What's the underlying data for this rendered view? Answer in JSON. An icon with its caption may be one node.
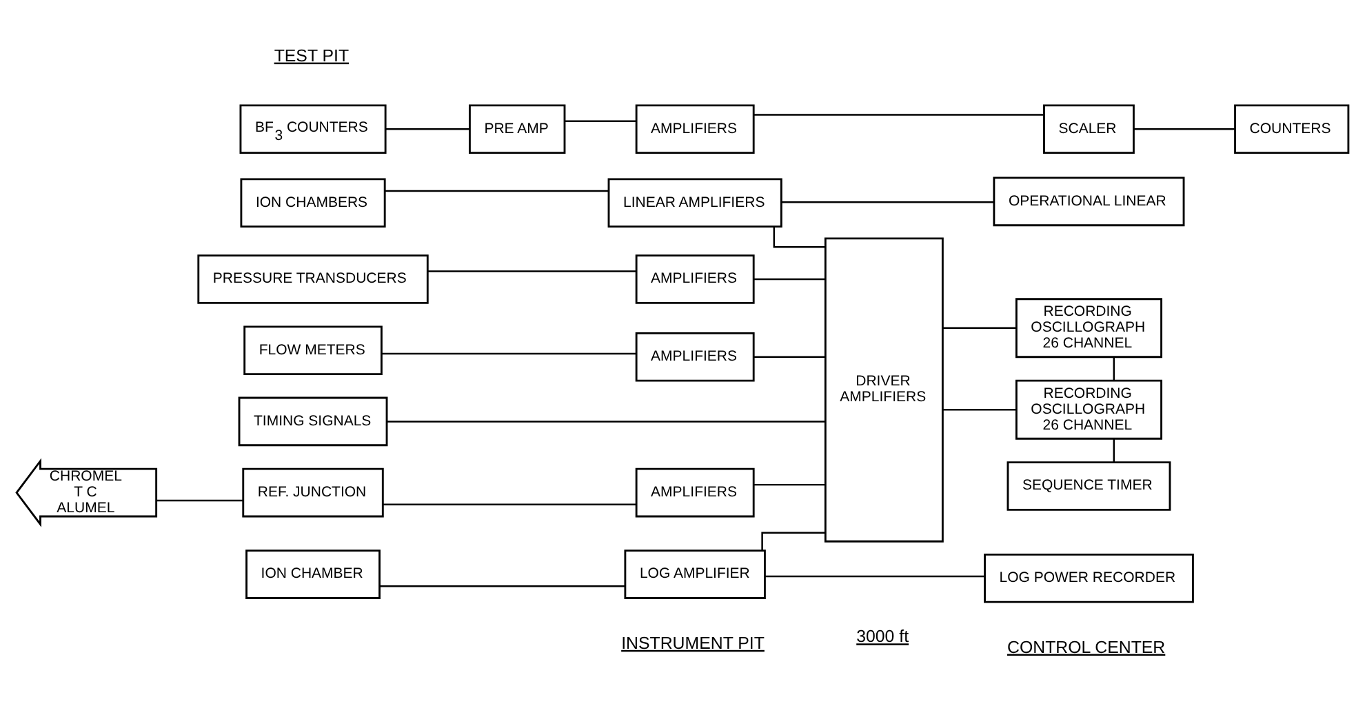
{
  "diagram": {
    "nodes": [
      {
        "text": [
          "BF$_{3}$ COUNTERS"
        ]
      },
      {
        "text": [
          "PRE AMP"
        ]
      },
      {
        "text": [
          "AMPLIFIERS"
        ]
      },
      {
        "text": [
          "SCALER"
        ]
      },
      {
        "text": [
          "COUNTERS"
        ]
      },
      {
        "text": [
          "ION CHAMBER"
        ]
      },
      {
        "text": [
          "LOG AMPLIFIER"
        ]
      },
      {
        "text": [
          "LOG POWER RECORDER"
        ]
      },
      {
        "text": [
          "ION CHAMBERS"
        ]
      },
      {
        "text": [
          "LINEAR AMPLIFIERS"
        ]
      },
      {
        "text": [
          "OPERATIONAL LINEAR"
        ]
      },
      {
        "text": [
          "CHROMEL",
          "T C",
          "ALUMEL"
        ]
      },
      {
        "text": [
          "REF. JUNCTION"
        ]
      },
      {
        "text": [
          "AMPLIFIERS"
        ]
      },
      {
        "text": [
          "PRESSURE TRANSDUCERS"
        ]
      },
      {
        "text": [
          "AMPLIFIERS"
        ]
      },
      {
        "text": [
          "FLOW METERS"
        ]
      },
      {
        "text": [
          "AMPLIFIERS"
        ]
      },
      {
        "text": [
          "TIMING SIGNALS"
        ]
      },
      {
        "text": [
          "DRIVER AMPLIFIERS"
        ]
      },
      {
        "text": [
          "RECORDING OSCILLOGRAPH 26 CHANNEL"
        ]
      },
      {
        "text": [
          "RECORDING OSCILLOGRAPH 26 CHANNEL"
        ]
      },
      {
        "text": [
          "SEQUENCE TIMER"
        ]
      }
    ],
    "edges": [
      {
        "from": 0,
        "to": 1,
        "arrow": "none"
      },
      {
        "from": 1,
        "to": 2,
        "arrow": "none"
      },
      {
        "from": 2,
        "to": 3,
        "arrow": "none"
      },
      {
        "from": 3,
        "to": 4,
        "arrow": "none"
      },
      {
        "from": 5,
        "to": 6,
        "arrow": "none"
      },
      {
        "from": 6,
        "to": 7,
        "arrow": "none"
      },
      {
        "from": 6,
        "to": 19,
        "arrow": "none"
      },
      {
        "from": 8,
        "to": 9,
        "arrow": "none"
      },
      {
        "from": 9,
        "to": 10,
        "arrow": "none"
      },
      {
        "from": 9,
        "to": 19,
        "arrow": "none"
      },
      {
        "from": 11,
        "to": 12,
        "arrow": "none"
      },
      {
        "from": 12,
        "to": 13,
        "arrow": "none"
      },
      {
        "from": 13,
        "to": 19,
        "arrow": "none"
      },
      {
        "from": 14,
        "to": 15,
        "arrow": "none"
      },
      {
        "from": 15,
        "to": 19,
        "arrow": "none"
      },
      {
        "from": 16,
        "to": 17,
        "arrow": "none"
      },
      {
        "from": 17,
        "to": 19,
        "arrow": "none"
      },
      {
        "from": 18,
        "to": 19,
        "arrow": "none"
      },
      {
        "from": 19,
        "to": 20,
        "arrow": "none"
      },
      {
        "from": 19,
        "to": 21,
        "arrow": "none"
      },
      {
        "from": 20,
        "to": 21,
        "arrow": "none"
      },
      {
        "from": 21,
        "to": 22,
        "arrow": "none"
      }
    ],
    "labels": [
      "TEST PIT",
      "INSTRUMENT PIT",
      "3000 ft",
      "CONTROL CENTER"
    ]
  }
}
